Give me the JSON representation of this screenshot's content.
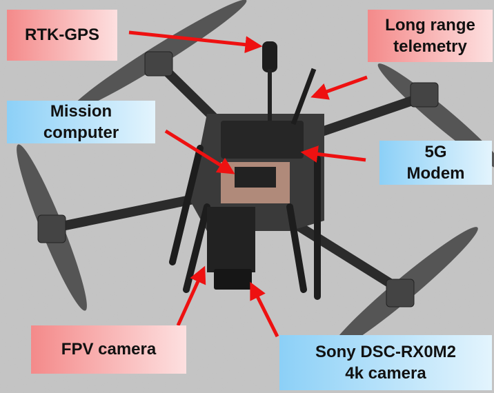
{
  "title": "Annotated drone hardware",
  "labels": {
    "rtk_gps": "RTK-GPS",
    "telemetry_line1": "Long range",
    "telemetry_line2": "telemetry",
    "mission_line1": "Mission",
    "mission_line2": "computer",
    "modem_line1": "5G",
    "modem_line2": "Modem",
    "fpv": "FPV camera",
    "sony_line1": "Sony DSC-RX0M2",
    "sony_line2": "4k camera"
  },
  "colors": {
    "arrow": "#ee1111",
    "red_label": "#f48a8a",
    "blue_label": "#8cd0f7"
  }
}
